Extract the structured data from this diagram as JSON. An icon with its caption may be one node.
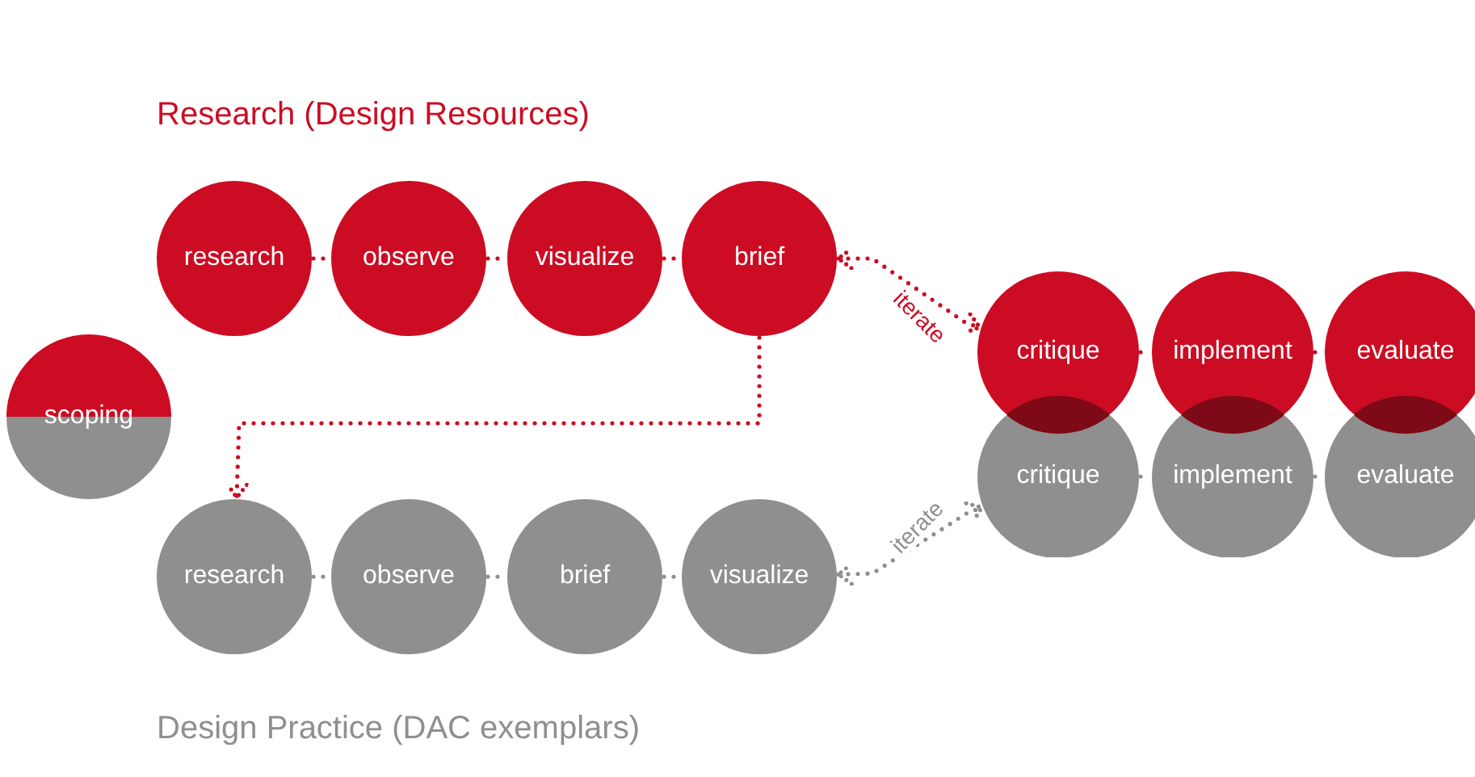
{
  "diagram": {
    "nodes": [
      {
        "text": [
          "scoping"
        ]
      },
      {
        "text": [
          "research"
        ]
      },
      {
        "text": [
          "observe"
        ]
      },
      {
        "text": [
          "visualize"
        ]
      },
      {
        "text": [
          "brief"
        ]
      },
      {
        "text": [
          "critique"
        ]
      },
      {
        "text": [
          "implement"
        ]
      },
      {
        "text": [
          "evaluate"
        ]
      },
      {
        "text": [
          "critique"
        ]
      },
      {
        "text": [
          "implement"
        ]
      },
      {
        "text": [
          "evaluate"
        ]
      },
      {
        "text": [
          "research"
        ]
      },
      {
        "text": [
          "observe"
        ]
      },
      {
        "text": [
          "brief"
        ]
      },
      {
        "text": [
          "visualize"
        ]
      }
    ],
    "edges": [
      {
        "from": 1,
        "to": 2,
        "arrow": "none",
        "style": "dashed",
        "color": "#cc0c23"
      },
      {
        "from": 2,
        "to": 3,
        "arrow": "none",
        "style": "dashed",
        "color": "#cc0c23"
      },
      {
        "from": 3,
        "to": 4,
        "arrow": "none",
        "style": "dashed",
        "color": "#cc0c23"
      },
      {
        "from": 4,
        "to": 5,
        "arrow": "both",
        "label": "iterate",
        "style": "dashed",
        "color": "#cc0c23"
      },
      {
        "from": 5,
        "to": 6,
        "arrow": "none",
        "style": "dashed",
        "color": "#cc0c23"
      },
      {
        "from": 6,
        "to": 7,
        "arrow": "none",
        "style": "dashed",
        "color": "#cc0c23"
      },
      {
        "from": 4,
        "to": 11,
        "arrow": "to",
        "style": "dashed",
        "color": "#cc0c23"
      },
      {
        "from": 11,
        "to": 12,
        "arrow": "none",
        "style": "dashed",
        "color": "#8f8f8f"
      },
      {
        "from": 12,
        "to": 13,
        "arrow": "none",
        "style": "dashed",
        "color": "#8f8f8f"
      },
      {
        "from": 13,
        "to": 14,
        "arrow": "none",
        "style": "dashed",
        "color": "#8f8f8f"
      },
      {
        "from": 14,
        "to": 8,
        "arrow": "both",
        "label": "iterate",
        "style": "dashed",
        "color": "#8f8f8f"
      },
      {
        "from": 8,
        "to": 9,
        "arrow": "none",
        "style": "dashed",
        "color": "#8f8f8f"
      },
      {
        "from": 9,
        "to": 10,
        "arrow": "none",
        "style": "dashed",
        "color": "#8f8f8f"
      }
    ],
    "labels": [
      "Research (Design Resources)",
      "Design Practice (DAC exemplars)"
    ]
  }
}
